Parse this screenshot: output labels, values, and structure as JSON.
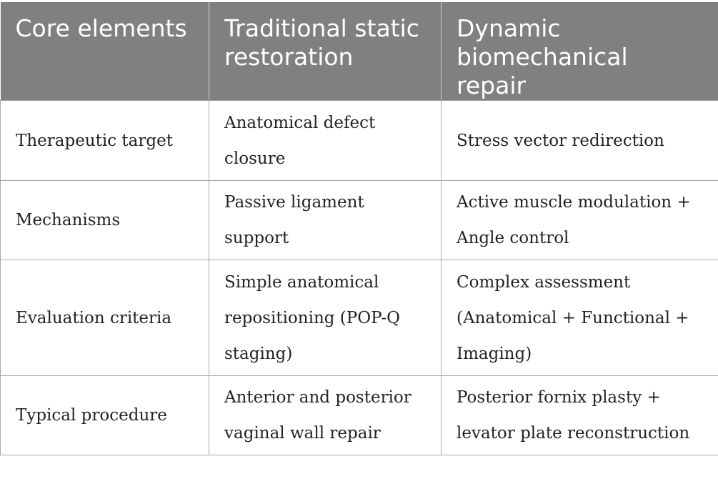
{
  "table": {
    "headers": [
      "Core elements",
      "Traditional static restoration",
      "Dynamic biomechanical repair"
    ],
    "rows": [
      [
        "Therapeutic target",
        "Anatomical defect closure",
        "Stress vector redirection"
      ],
      [
        "Mechanisms",
        "Passive ligament support",
        "Active muscle modulation + Angle control"
      ],
      [
        "Evaluation criteria",
        "Simple anatomical repositioning (POP-Q staging)",
        "Complex assessment (Anatomical + Functional + Imaging)"
      ],
      [
        "Typical procedure",
        "Anterior and posterior vaginal wall repair",
        "Posterior fornix plasty + levator plate reconstruction"
      ]
    ]
  }
}
